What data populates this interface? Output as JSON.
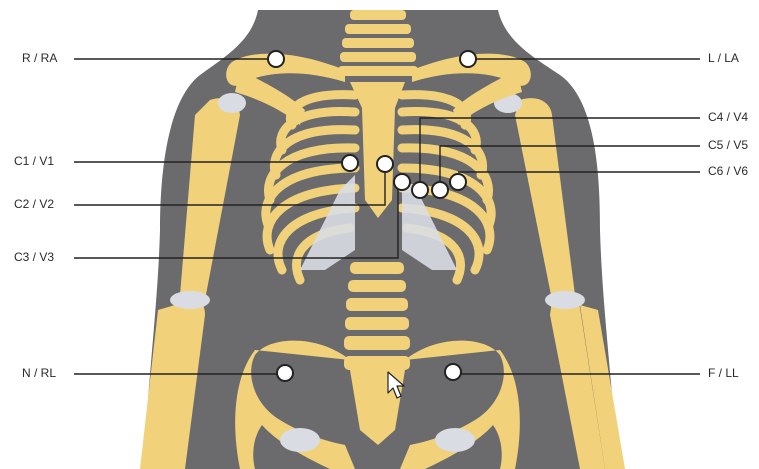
{
  "labels": {
    "ra": "R / RA",
    "la": "L / LA",
    "v1": "C1 / V1",
    "v2": "C2 / V2",
    "v3": "C3 / V3",
    "v4": "C4 / V4",
    "v5": "C5 / V5",
    "v6": "C6 / V6",
    "rl": "N / RL",
    "ll": "F / LL"
  },
  "colors": {
    "body_silhouette": "#6b6b6e",
    "bone": "#f1d27a",
    "bone_shadow": "#d8b257",
    "cartilage": "#d9dde3",
    "electrode_fill": "#ffffff",
    "electrode_stroke": "#222222",
    "leader_line": "#222222"
  },
  "icons": [
    "mouse-cursor-icon"
  ]
}
